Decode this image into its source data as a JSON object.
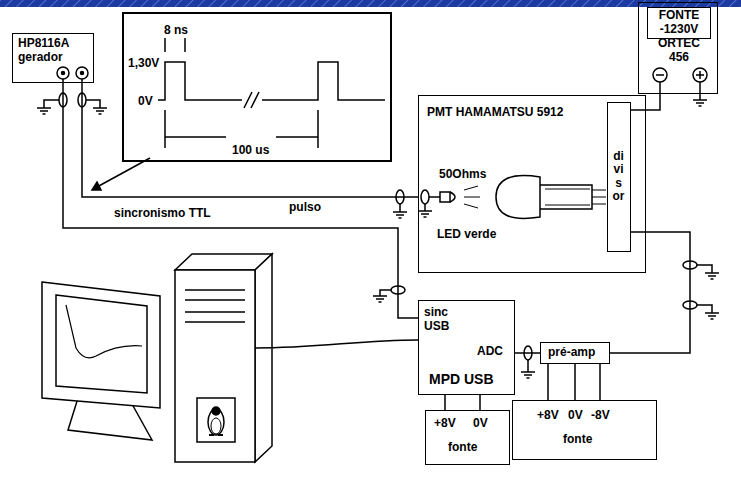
{
  "diagram": {
    "nodes": [
      {
        "text": [
          "HP8116A gerador"
        ]
      },
      {
        "text": [
          "8 ns",
          "1,30V",
          "0V",
          "100 us"
        ]
      },
      {
        "text": [
          "FONTE -1230V",
          "ORTEC 456"
        ]
      },
      {
        "text": [
          "PMT HAMAMATSU 5912",
          "50Ohms",
          "LED verde"
        ]
      },
      {
        "text": [
          "divisor"
        ],
        "in": 3
      },
      {
        "text": [
          "sinc USB",
          "ADC",
          "MPD USB"
        ]
      },
      {
        "text": [
          "pré-amp"
        ]
      },
      {
        "text": [
          "+8V",
          "0V",
          "fonte"
        ]
      },
      {
        "text": [
          "+8V",
          "0V",
          "-8V",
          "fonte"
        ]
      }
    ],
    "edges": [
      {
        "from": 0,
        "to": 3,
        "label": "pulso",
        "arrow": "none"
      },
      {
        "from": 0,
        "to": 5,
        "label": "sincronismo TTL",
        "arrow": "none"
      },
      {
        "from": 2,
        "to": 4,
        "arrow": "none"
      },
      {
        "from": 4,
        "to": 6,
        "arrow": "none"
      },
      {
        "from": 6,
        "to": 5,
        "arrow": "none"
      },
      {
        "from": 7,
        "to": 5,
        "arrow": "none"
      },
      {
        "from": 8,
        "to": 6,
        "arrow": "none"
      }
    ]
  }
}
